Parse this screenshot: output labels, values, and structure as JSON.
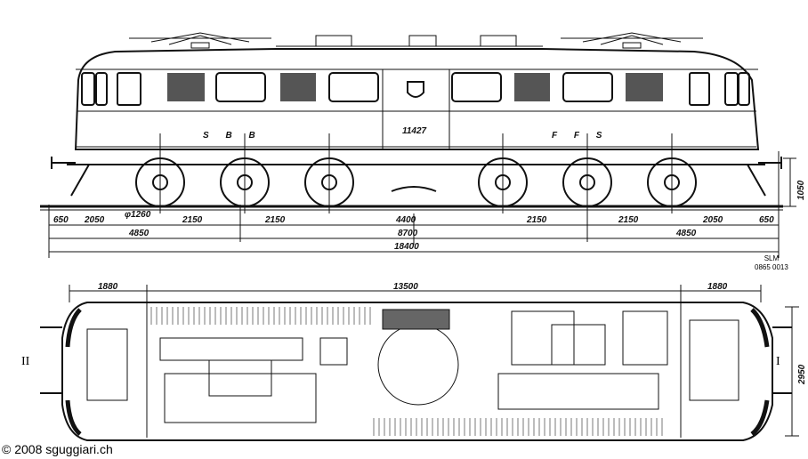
{
  "side_view": {
    "number": "11427",
    "lettering_left": "S B B",
    "lettering_right": "F F S",
    "wheel_diameter": "φ1260",
    "height_dim": "1050",
    "dims_row1": [
      "650",
      "2050",
      "2150",
      "2150",
      "4400",
      "2150",
      "2150",
      "2050",
      "650"
    ],
    "dims_row2": [
      "4850",
      "8700",
      "4850"
    ],
    "dims_row3": "18400"
  },
  "plan_view": {
    "dims_top": [
      "1880",
      "13500",
      "1880"
    ],
    "width_dim": "2950",
    "end_left": "II",
    "end_right": "I"
  },
  "drawing_ref": {
    "maker": "SLM",
    "number": "0865 0013"
  },
  "copyright": "© 2008 sguggiari.ch"
}
